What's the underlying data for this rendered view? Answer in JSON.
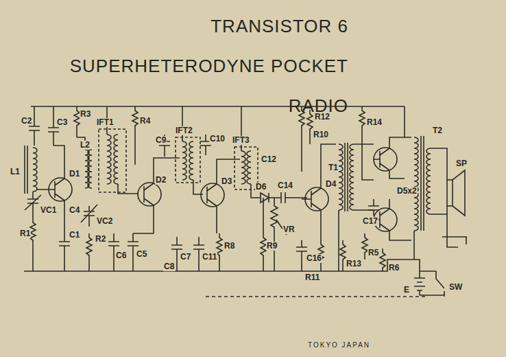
{
  "diagram": {
    "title": "TRANSISTOR 6 SUPERHETERODYNE POCKET RADIO",
    "labels": [
      "C2",
      "C3",
      "R3",
      "IFT1",
      "R4",
      "C9",
      "IFT2",
      "C10",
      "IFT3",
      "R12",
      "R10",
      "R14",
      "L2",
      "C12",
      "T1",
      "T2",
      "SP",
      "L1",
      "D1",
      "C4",
      "D2",
      "D3",
      "D6",
      "C14",
      "D4",
      "D5x2",
      "VC1",
      "C17",
      "VR",
      "VC2",
      "R1",
      "C1",
      "R2",
      "C6",
      "C5",
      "C7",
      "C11",
      "R8",
      "R9",
      "C16",
      "R5",
      "C8",
      "R11",
      "R13",
      "R6",
      "E",
      "SW",
      "TOKYO JAPAN"
    ]
  }
}
